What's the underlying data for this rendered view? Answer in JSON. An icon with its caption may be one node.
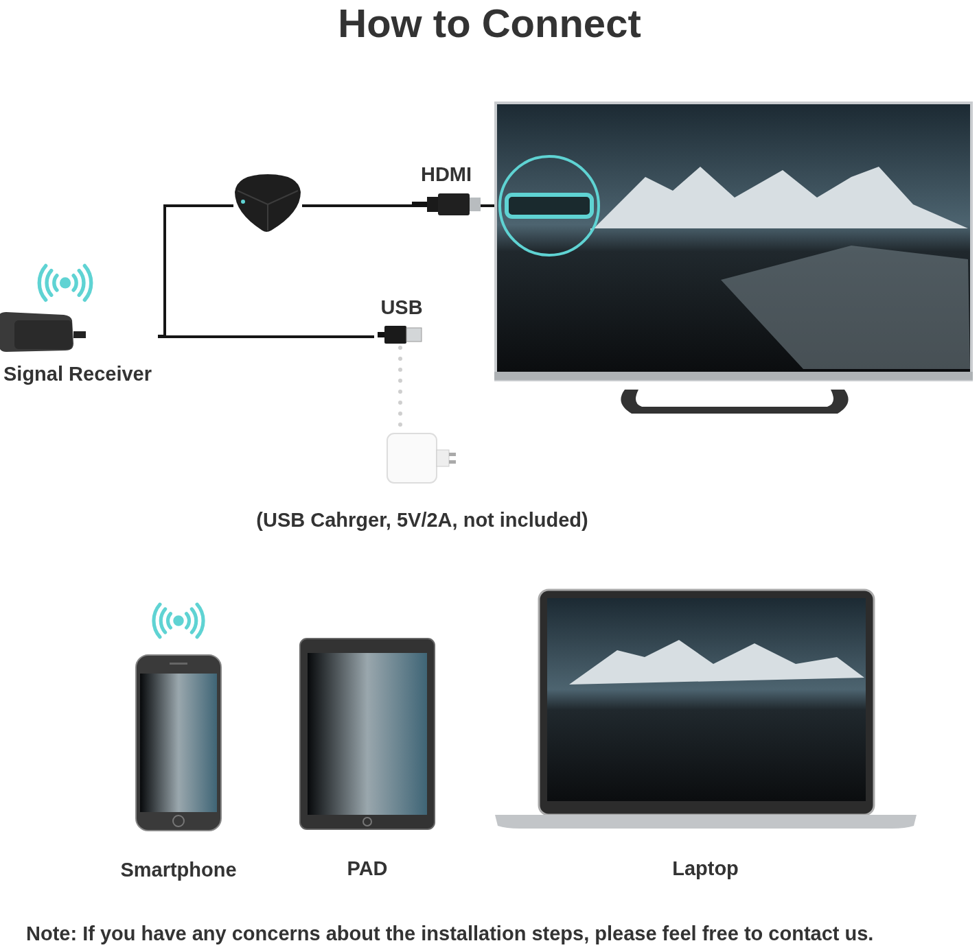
{
  "diagram": {
    "title": "How to Connect",
    "nodes": [
      {
        "text": [
          "Signal Receiver"
        ]
      },
      {
        "text": [],
        "shape": "picture"
      },
      {
        "text": [
          "HDMI"
        ]
      },
      {
        "text": [],
        "shape": "picture"
      },
      {
        "text": [
          "USB"
        ]
      },
      {
        "text": [
          "(USB Cahrger, 5V/2A, not included)"
        ]
      },
      {
        "text": [
          "Smartphone"
        ]
      },
      {
        "text": [
          "PAD"
        ]
      },
      {
        "text": [
          "Laptop"
        ]
      }
    ],
    "edges": [
      {
        "from": 0,
        "to": 1,
        "arrow": "none"
      },
      {
        "from": 0,
        "to": 4,
        "arrow": "none"
      },
      {
        "from": 1,
        "to": 2,
        "arrow": "none"
      },
      {
        "from": 2,
        "to": 3,
        "arrow": "none"
      },
      {
        "from": 4,
        "to": 5,
        "arrow": "none",
        "style": "dashed",
        "color": "#cfcfcf"
      }
    ],
    "labels": [
      "Note: If you have any concerns about the installation steps, please feel free to contact us."
    ]
  }
}
